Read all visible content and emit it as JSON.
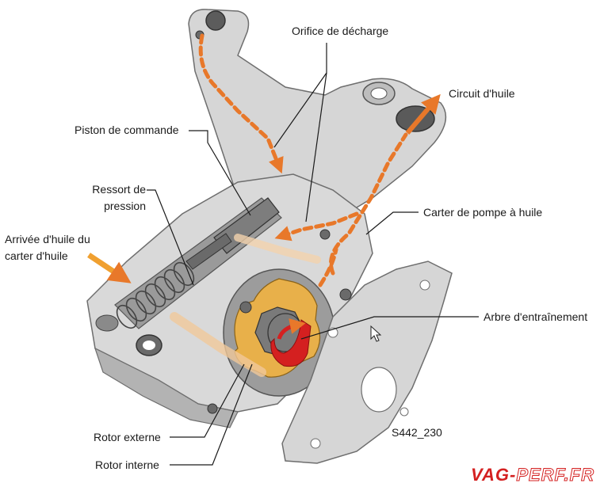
{
  "labels": {
    "orifice": "Orifice de décharge",
    "circuit": "Circuit d'huile",
    "piston": "Piston de commande",
    "ressort_1": "Ressort de",
    "ressort_2": "pression",
    "arrivee_1": "Arrivée d'huile du",
    "arrivee_2": "carter d'huile",
    "carter": "Carter de pompe à huile",
    "arbre": "Arbre d'entraînement",
    "rotor_externe": "Rotor externe",
    "rotor_interne": "Rotor interne"
  },
  "figure_code": "S442_230",
  "watermark": {
    "part1": "VAG-",
    "part2": "PERF.FR"
  },
  "colors": {
    "housing": "#d6d6d6",
    "housing_dark": "#a9a9a9",
    "oil_flow": "#e8782a",
    "rotor": "#e8b04a",
    "drive_shaft": "#d42020",
    "watermark": "#d42020"
  }
}
